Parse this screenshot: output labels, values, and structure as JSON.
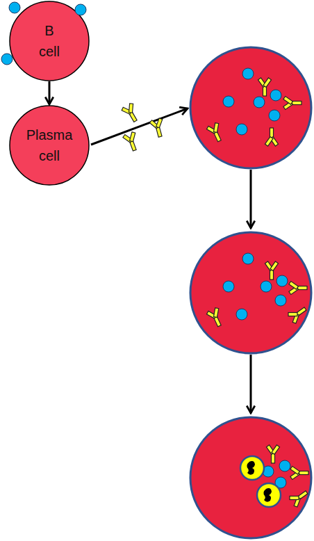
{
  "diagram": {
    "nodes": [
      {
        "text": [
          "B cell"
        ]
      },
      {
        "text": [
          "Plasma cell"
        ]
      }
    ],
    "edges": [
      {
        "from": 0,
        "to": 1,
        "arrow": "to"
      }
    ]
  }
}
